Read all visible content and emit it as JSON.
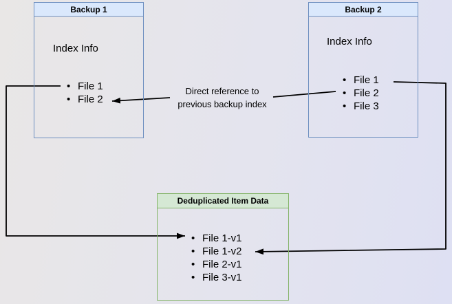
{
  "colors": {
    "canvas-left": "#e9e7e6",
    "canvas-right": "#dee0f3",
    "blue-fill": "#dae8fc",
    "blue-border": "#6c8ebf",
    "green-fill": "#d5e8d4",
    "green-border": "#82b366",
    "line": "#000000",
    "text": "#000000"
  },
  "backup1": {
    "title": "Backup 1",
    "subtitle": "Index Info",
    "files": [
      "File 1",
      "File 2"
    ]
  },
  "backup2": {
    "title": "Backup 2",
    "subtitle": "Index Info",
    "files": [
      "File 1",
      "File 2",
      "File 3"
    ]
  },
  "dedup": {
    "title": "Deduplicated Item Data",
    "items": [
      "File 1-v1",
      "File 1-v2",
      "File 2-v1",
      "File 3-v1"
    ]
  },
  "annotations": {
    "direct_reference": {
      "line1": "Direct reference to",
      "line2": "previous backup index"
    }
  }
}
